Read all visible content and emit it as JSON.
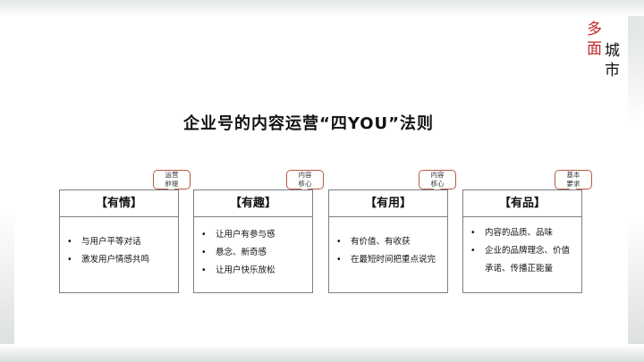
{
  "logo": {
    "chars": [
      "多",
      "面",
      "城",
      "市"
    ]
  },
  "title": "企业号的内容运营“四YOU”法则",
  "cards": [
    {
      "callout": [
        "运营",
        "前提"
      ],
      "header": "【有情】",
      "items": [
        "与用户平等对话",
        "激发用户情感共鸣"
      ]
    },
    {
      "callout": [
        "内容",
        "核心"
      ],
      "header": "【有趣】",
      "items": [
        "让用户有参与感",
        "悬念、新奇感",
        "让用户快乐放松"
      ]
    },
    {
      "callout": [
        "内容",
        "核心"
      ],
      "header": "【有用】",
      "items": [
        "有价值、有收获",
        "在最短时间把重点说完"
      ]
    },
    {
      "callout": [
        "基本",
        "要求"
      ],
      "header": "【有品】",
      "items": [
        "内容的品质、品味",
        "企业的品牌理念、价值承诺、传播正能量"
      ]
    }
  ],
  "colors": {
    "logo_red": "#c0282a",
    "callout_border": "#b55a44",
    "card_border": "#7a8088"
  }
}
